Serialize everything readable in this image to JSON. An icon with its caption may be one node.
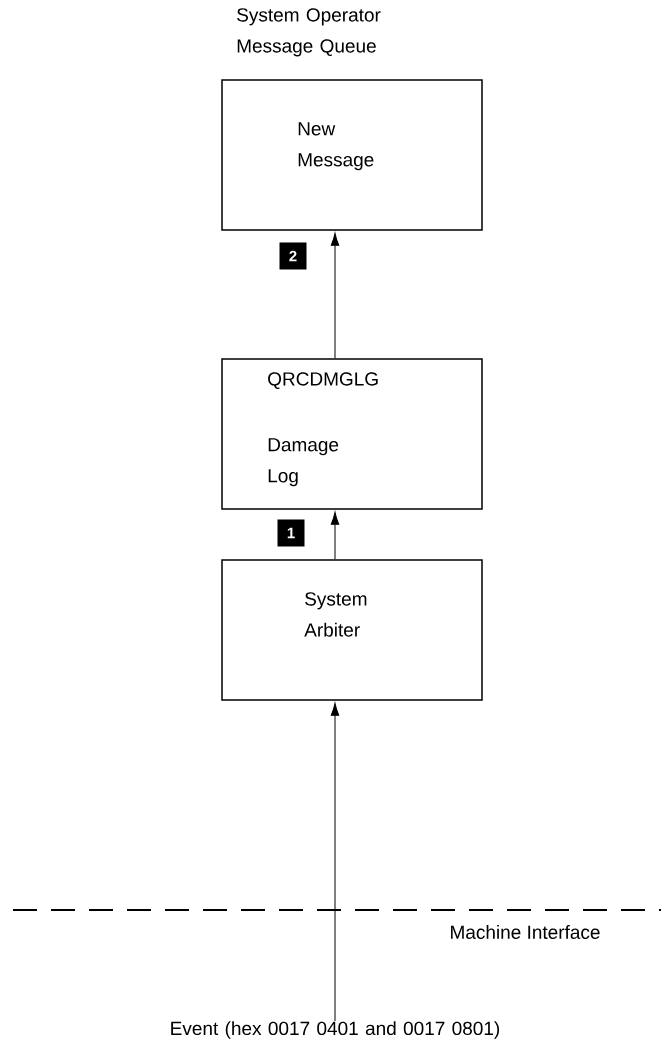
{
  "diagram": {
    "nodes": [
      {
        "text": [
          "System Operator Message Queue",
          "New Message"
        ]
      },
      {
        "text": [
          "QRCDMGLG",
          "Damage Log"
        ]
      },
      {
        "text": [
          "System Arbiter"
        ]
      },
      {
        "text": [
          "Event (hex 0017 0401 and 0017 0801)"
        ]
      }
    ],
    "edges": [
      {
        "from": 3,
        "to": 2,
        "arrow": "to"
      },
      {
        "from": 2,
        "to": 1,
        "arrow": "to"
      },
      {
        "from": 1,
        "to": 0,
        "arrow": "to"
      }
    ],
    "labels": [
      "2",
      "1",
      "Machine Interface"
    ]
  }
}
